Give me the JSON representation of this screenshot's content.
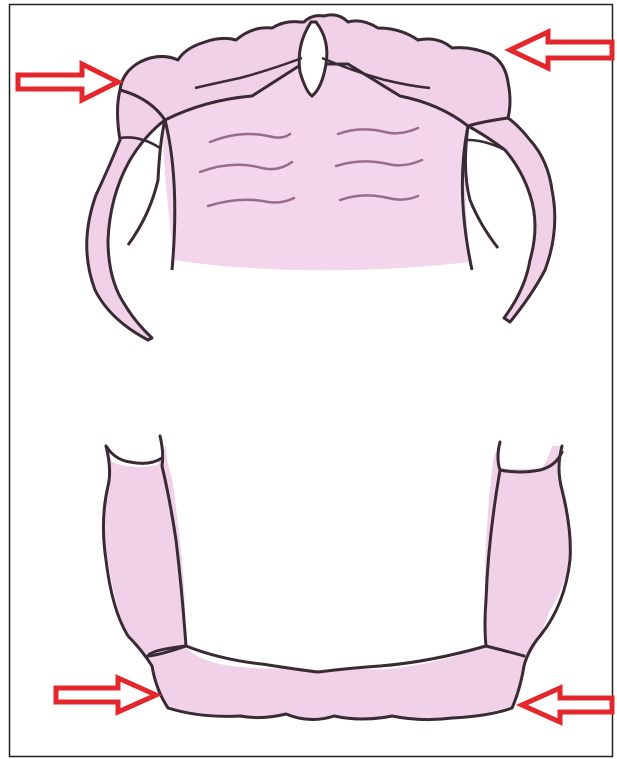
{
  "diagram": {
    "colors": {
      "tissue_fill": "#f2d3ea",
      "tissue_fill_light": "#f8e6f2",
      "outline": "#3a2a33",
      "rugae": "#9a6a8c",
      "arrow_red": "#e3272d",
      "border": "#222222",
      "background": "#ffffff"
    },
    "parts": {
      "upper_arch": "maxillary-arch",
      "lower_arch": "mandibular-arch"
    },
    "arrows": [
      {
        "id": "upper-left",
        "direction": "right"
      },
      {
        "id": "upper-right",
        "direction": "left"
      },
      {
        "id": "lower-left",
        "direction": "right"
      },
      {
        "id": "lower-right",
        "direction": "left"
      }
    ]
  }
}
